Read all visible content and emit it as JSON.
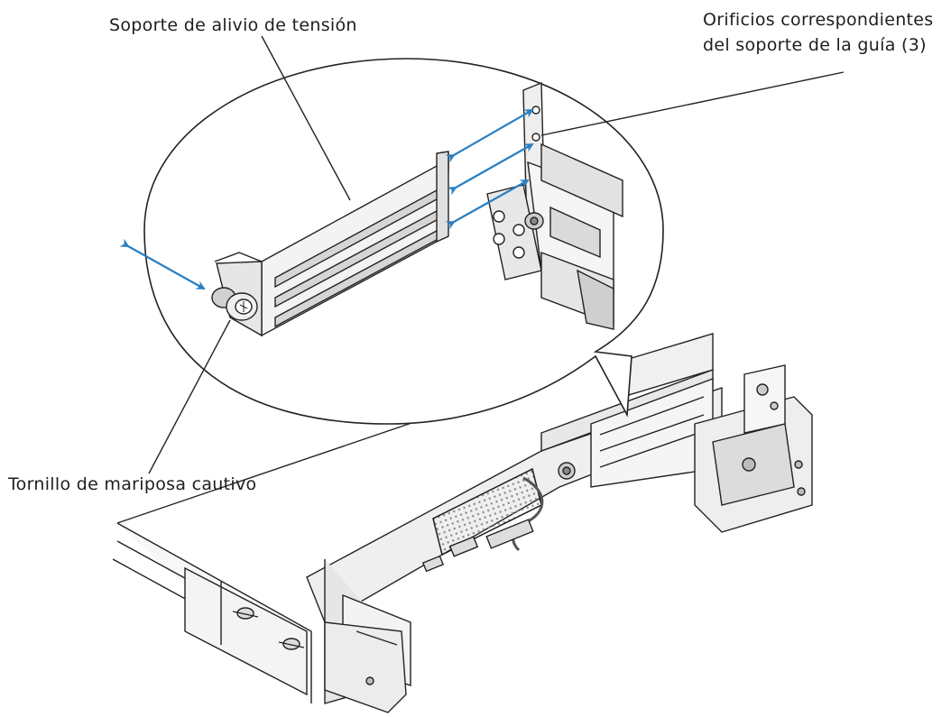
{
  "callouts": {
    "strain_relief_bracket": "Soporte de alivio de tensión",
    "rail_bracket_holes_line1": "Orificios correspondientes",
    "rail_bracket_holes_line2": "del soporte de la guía (3)",
    "captive_thumbscrew": "Tornillo de mariposa cautivo"
  },
  "colors": {
    "line": "#222222",
    "arrow": "#2a7fc1",
    "arrow_fill": "#dff0fb",
    "metal_light": "#f2f2f2",
    "metal_mid": "#d8d8d8",
    "metal_dark": "#9a9a9a"
  }
}
